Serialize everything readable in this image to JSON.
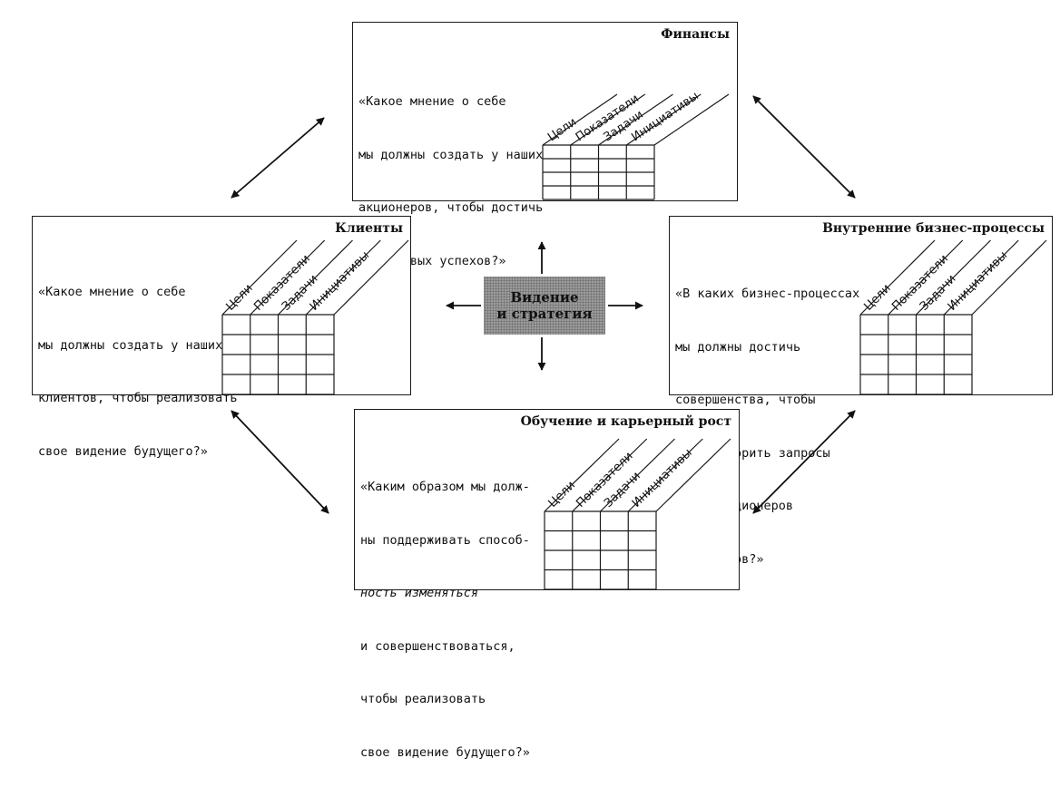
{
  "center": {
    "line1": "Видение",
    "line2": "и стратегия"
  },
  "column_labels": [
    "Цели",
    "Показатели",
    "Задачи",
    "Инициативы"
  ],
  "perspectives": {
    "finance": {
      "title": "Финансы",
      "question": [
        "«Какое мнение о себе",
        "мы должны создать у наших",
        "акционеров, чтобы достичь",
        "финансовых успехов?»"
      ]
    },
    "customers": {
      "title": "Клиенты",
      "question": [
        "«Какое мнение о себе",
        "мы должны создать у наших",
        "клиентов, чтобы реализовать",
        "свое видение будущего?»"
      ]
    },
    "internal": {
      "title": "Внутренние бизнес-процессы",
      "question": [
        "«В каких бизнес-процессах",
        "мы должны достичь",
        "совершенства, чтобы",
        "удовлетворить запросы",
        "наших акционеров",
        "и клиентов?»"
      ]
    },
    "learning": {
      "title": "Обучение и карьерный рост",
      "question": [
        "«Каким образом мы долж-",
        "ны поддерживать способ-",
        "ность изменяться",
        "и совершенствоваться,",
        "чтобы реализовать",
        "свое видение будущего?»"
      ]
    }
  }
}
